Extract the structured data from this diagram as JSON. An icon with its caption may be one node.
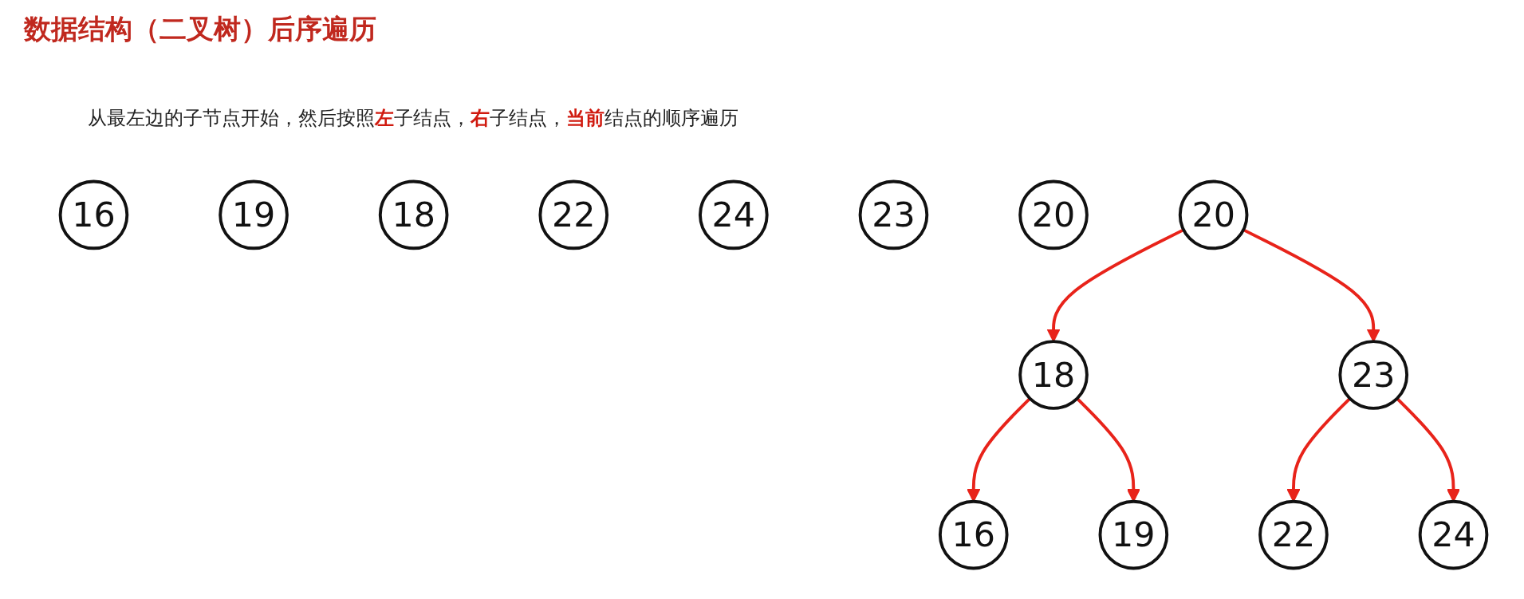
{
  "diagram": {
    "title": "数据结构（二叉树）后序遍历",
    "nodes": [
      {
        "text": [
          "16"
        ]
      },
      {
        "text": [
          "19"
        ]
      },
      {
        "text": [
          "18"
        ]
      },
      {
        "text": [
          "22"
        ]
      },
      {
        "text": [
          "24"
        ]
      },
      {
        "text": [
          "23"
        ]
      },
      {
        "text": [
          "20"
        ]
      },
      {
        "text": [
          "20"
        ]
      },
      {
        "text": [
          "18"
        ]
      },
      {
        "text": [
          "23"
        ]
      },
      {
        "text": [
          "16"
        ]
      },
      {
        "text": [
          "19"
        ]
      },
      {
        "text": [
          "22"
        ]
      },
      {
        "text": [
          "24"
        ]
      }
    ],
    "edges": [
      {
        "from": 7,
        "to": 8,
        "arrow": "to"
      },
      {
        "from": 7,
        "to": 9,
        "arrow": "to"
      },
      {
        "from": 8,
        "to": 10,
        "arrow": "to"
      },
      {
        "from": 8,
        "to": 11,
        "arrow": "to"
      },
      {
        "from": 9,
        "to": 12,
        "arrow": "to"
      },
      {
        "from": 9,
        "to": 13,
        "arrow": "to"
      }
    ],
    "labels": [
      "从最左边的子节点开始，然后按照**左**子结点，**右**子结点，**当前**结点的顺序遍历"
    ]
  }
}
